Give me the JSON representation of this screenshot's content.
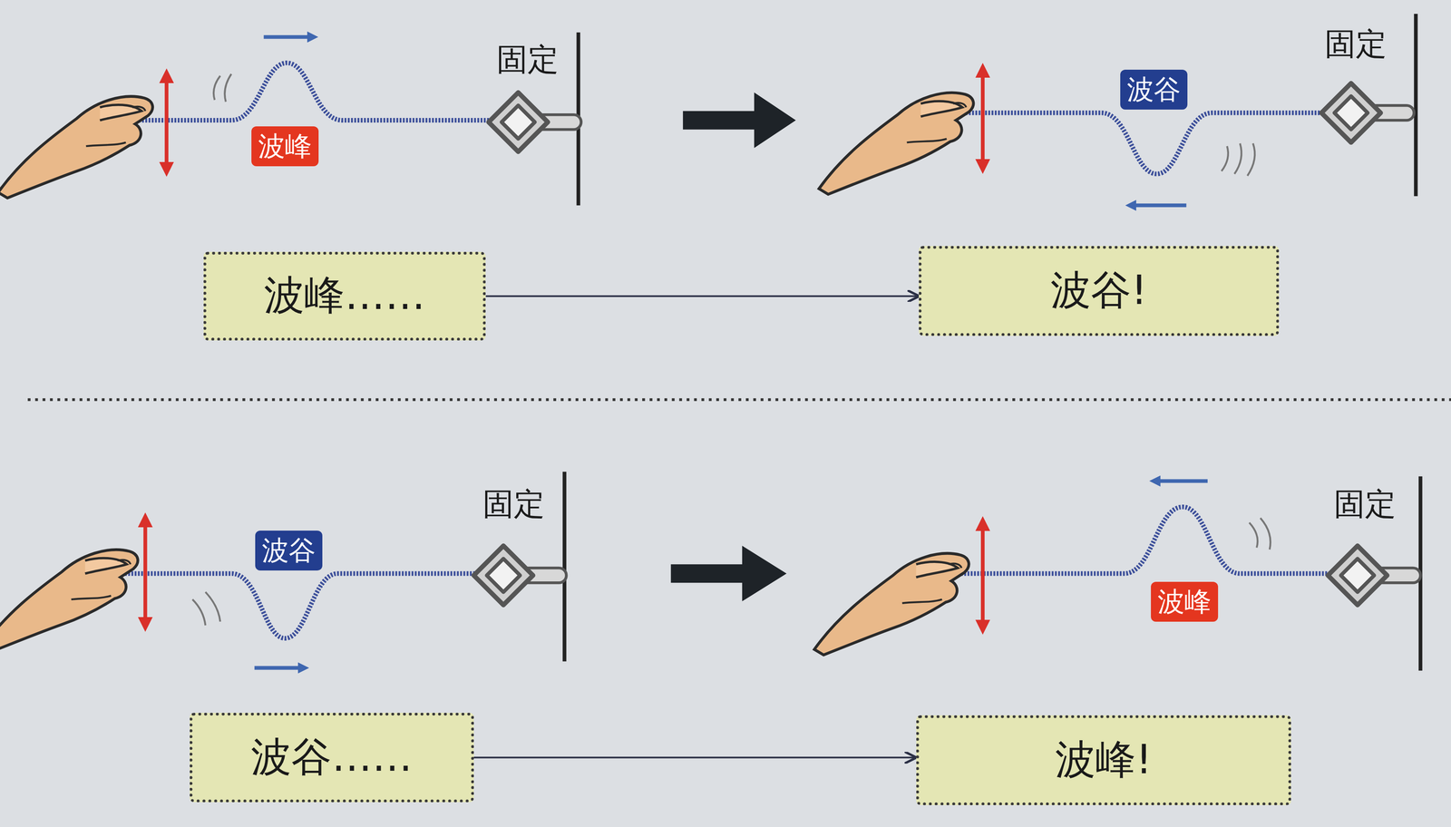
{
  "diagram": {
    "nodes": [
      {
        "text": [
          "波峰"
        ]
      },
      {
        "text": [
          "波谷"
        ]
      },
      {
        "text": [
          "波峰……"
        ]
      },
      {
        "text": [
          "波谷!"
        ]
      },
      {
        "text": [
          "波谷"
        ]
      },
      {
        "text": [
          "波峰"
        ]
      },
      {
        "text": [
          "波谷……"
        ]
      },
      {
        "text": [
          "波峰!"
        ]
      }
    ],
    "edges": [
      {
        "from": 2,
        "to": 3,
        "arrow": "to"
      },
      {
        "from": 6,
        "to": 7,
        "arrow": "to"
      }
    ],
    "labels": [
      "固定",
      "固定",
      "固定",
      "固定"
    ]
  }
}
